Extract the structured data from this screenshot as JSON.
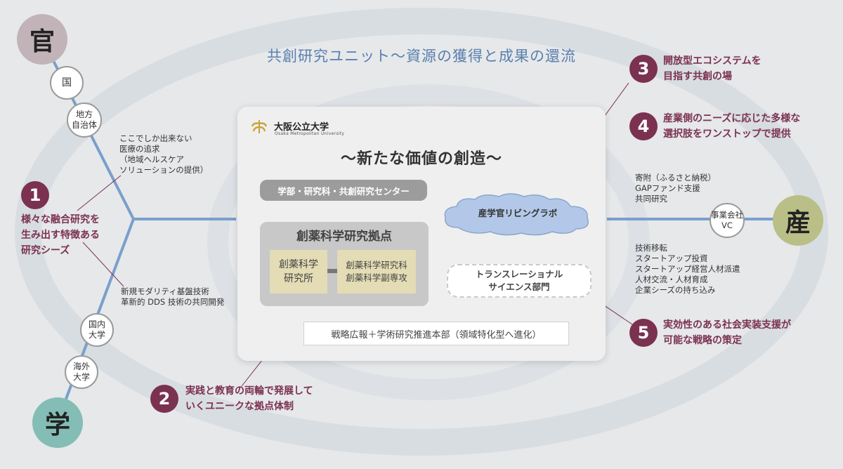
{
  "title": "共創研究ユニット〜資源の獲得と成果の還流",
  "hubs": {
    "gov": {
      "label": "官",
      "color": "#c2b3b8"
    },
    "industry": {
      "label": "産",
      "color": "#b9bf86"
    },
    "academia": {
      "label": "学",
      "color": "#84bdb5"
    }
  },
  "nodes": {
    "country": "国",
    "local_gov": "地方\n自治体",
    "domestic_univ": "国内\n大学",
    "overseas_univ": "海外\n大学",
    "company_vc": "事業会社\nVC"
  },
  "notes": {
    "gov_note": "ここでしか出来ない\n 医療の追求\n（地域ヘルスケア\n  ソリューションの提供）",
    "academia_note": "新規モダリティ基盤技術\n革新的 DDS 技術の共同開発",
    "industry_top": "寄附（ふるさと納税）\nGAPファンド支援\n共同研究",
    "industry_bottom": "技術移転\nスタートアップ投資\nスタートアップ経営人材派遣\n人材交流・人材育成\n企業シーズの持ち込み"
  },
  "numbered": [
    {
      "num": "1",
      "text": "様々な融合研究を\n生み出す特徴ある\n研究シーズ"
    },
    {
      "num": "2",
      "text": "実践と教育の両輪で発展して\nいくユニークな拠点体制"
    },
    {
      "num": "3",
      "text": "開放型エコシステムを\n目指す共創の場"
    },
    {
      "num": "4",
      "text": "産業側のニーズに応じた多様な\n選択肢をワンストップで提供"
    },
    {
      "num": "5",
      "text": "実効性のある社会実装支援が\n可能な戦略の策定"
    }
  ],
  "panel": {
    "logo_name": "大阪公立大学",
    "logo_sub": "Osaka Metropolitan University",
    "headline": "〜新たな価値の創造〜",
    "faculty": "学部・研究科・共創研究センター",
    "hub_title": "創薬科学研究拠点",
    "institute": "創薬科学\n研究所",
    "graduate": "創薬科学研究科\n創薬科学副専攻",
    "living_lab": "産学官リビングラボ",
    "translational": "トランスレーショナル\nサイエンス部門",
    "strategy": "戦略広報＋学術研究推進本部（領域特化型へ進化）"
  },
  "colors": {
    "accent": "#7b3150",
    "title": "#5a7fae",
    "lines": "#7a9fcc",
    "cloud": "#b3c8e8"
  }
}
